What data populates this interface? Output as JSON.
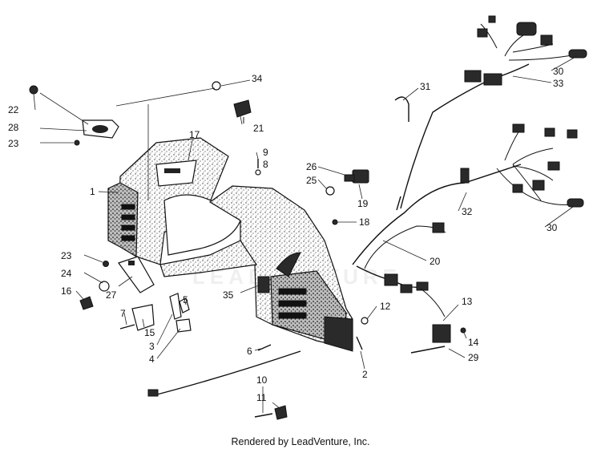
{
  "footer": {
    "text": "Rendered by LeadVenture, Inc."
  },
  "watermark": {
    "text": "LEADVENTURE"
  },
  "callouts": [
    {
      "id": "22",
      "text": "22"
    },
    {
      "id": "28",
      "text": "28"
    },
    {
      "id": "23a",
      "text": "23"
    },
    {
      "id": "34",
      "text": "34"
    },
    {
      "id": "21",
      "text": "21"
    },
    {
      "id": "17",
      "text": "17"
    },
    {
      "id": "9",
      "text": "9"
    },
    {
      "id": "8",
      "text": "8"
    },
    {
      "id": "26",
      "text": "26"
    },
    {
      "id": "25",
      "text": "25"
    },
    {
      "id": "19",
      "text": "19"
    },
    {
      "id": "1",
      "text": "1"
    },
    {
      "id": "18",
      "text": "18"
    },
    {
      "id": "23b",
      "text": "23"
    },
    {
      "id": "24",
      "text": "24"
    },
    {
      "id": "16",
      "text": "16"
    },
    {
      "id": "27",
      "text": "27"
    },
    {
      "id": "35",
      "text": "35"
    },
    {
      "id": "7",
      "text": "7"
    },
    {
      "id": "15",
      "text": "15"
    },
    {
      "id": "5",
      "text": "5"
    },
    {
      "id": "3",
      "text": "3"
    },
    {
      "id": "4",
      "text": "4"
    },
    {
      "id": "6",
      "text": "6"
    },
    {
      "id": "12",
      "text": "12"
    },
    {
      "id": "2",
      "text": "2"
    },
    {
      "id": "10",
      "text": "10"
    },
    {
      "id": "11",
      "text": "11"
    },
    {
      "id": "31",
      "text": "31"
    },
    {
      "id": "30a",
      "text": "30"
    },
    {
      "id": "33",
      "text": "33"
    },
    {
      "id": "32",
      "text": "32"
    },
    {
      "id": "30b",
      "text": "30"
    },
    {
      "id": "20",
      "text": "20"
    },
    {
      "id": "13",
      "text": "13"
    },
    {
      "id": "14",
      "text": "14"
    },
    {
      "id": "29",
      "text": "29"
    }
  ]
}
